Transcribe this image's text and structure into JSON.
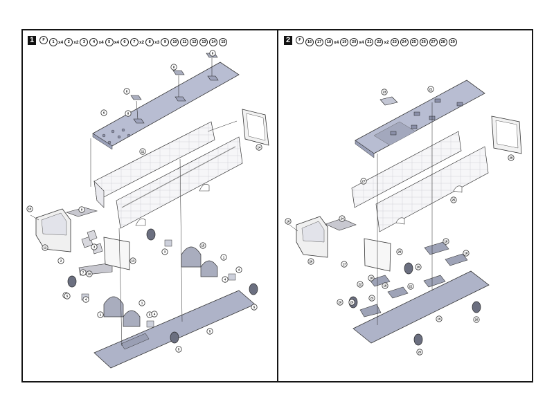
{
  "panels": [
    {
      "step": "1",
      "glue_symbol": "F",
      "parts": [
        {
          "n": "1",
          "q": "x4"
        },
        {
          "n": "2",
          "q": "x2"
        },
        {
          "n": "3",
          "q": ""
        },
        {
          "n": "4",
          "q": "x4"
        },
        {
          "n": "5",
          "q": "x4"
        },
        {
          "n": "6",
          "q": ""
        },
        {
          "n": "7",
          "q": "x2"
        },
        {
          "n": "8",
          "q": "x3"
        },
        {
          "n": "9",
          "q": ""
        },
        {
          "n": "10",
          "q": ""
        },
        {
          "n": "11",
          "q": ""
        },
        {
          "n": "12",
          "q": ""
        },
        {
          "n": "13",
          "q": ""
        },
        {
          "n": "14",
          "q": ""
        },
        {
          "n": "15",
          "q": ""
        }
      ],
      "callouts": [
        "8",
        "8",
        "8",
        "8",
        "6",
        "11",
        "14",
        "10",
        "2",
        "9",
        "12",
        "3",
        "7",
        "13",
        "15",
        "1",
        "1",
        "1",
        "1",
        "3",
        "4",
        "4",
        "5",
        "4",
        "5",
        "5",
        "10",
        "4",
        "5",
        "5"
      ]
    },
    {
      "step": "2",
      "glue_symbol": "F",
      "parts": [
        {
          "n": "16",
          "q": ""
        },
        {
          "n": "17",
          "q": ""
        },
        {
          "n": "18",
          "q": "x4"
        },
        {
          "n": "19",
          "q": ""
        },
        {
          "n": "20",
          "q": "x4"
        },
        {
          "n": "21",
          "q": ""
        },
        {
          "n": "22",
          "q": "x2"
        },
        {
          "n": "23",
          "q": ""
        },
        {
          "n": "24",
          "q": ""
        },
        {
          "n": "25",
          "q": ""
        },
        {
          "n": "26",
          "q": ""
        },
        {
          "n": "27",
          "q": ""
        },
        {
          "n": "28",
          "q": ""
        },
        {
          "n": "29",
          "q": ""
        }
      ],
      "callouts": [
        "23",
        "21",
        "28",
        "27",
        "25",
        "16",
        "24",
        "26",
        "17",
        "29",
        "18",
        "18",
        "20",
        "18",
        "22",
        "22",
        "23",
        "20",
        "18",
        "20",
        "19",
        "20",
        "20"
      ]
    }
  ]
}
